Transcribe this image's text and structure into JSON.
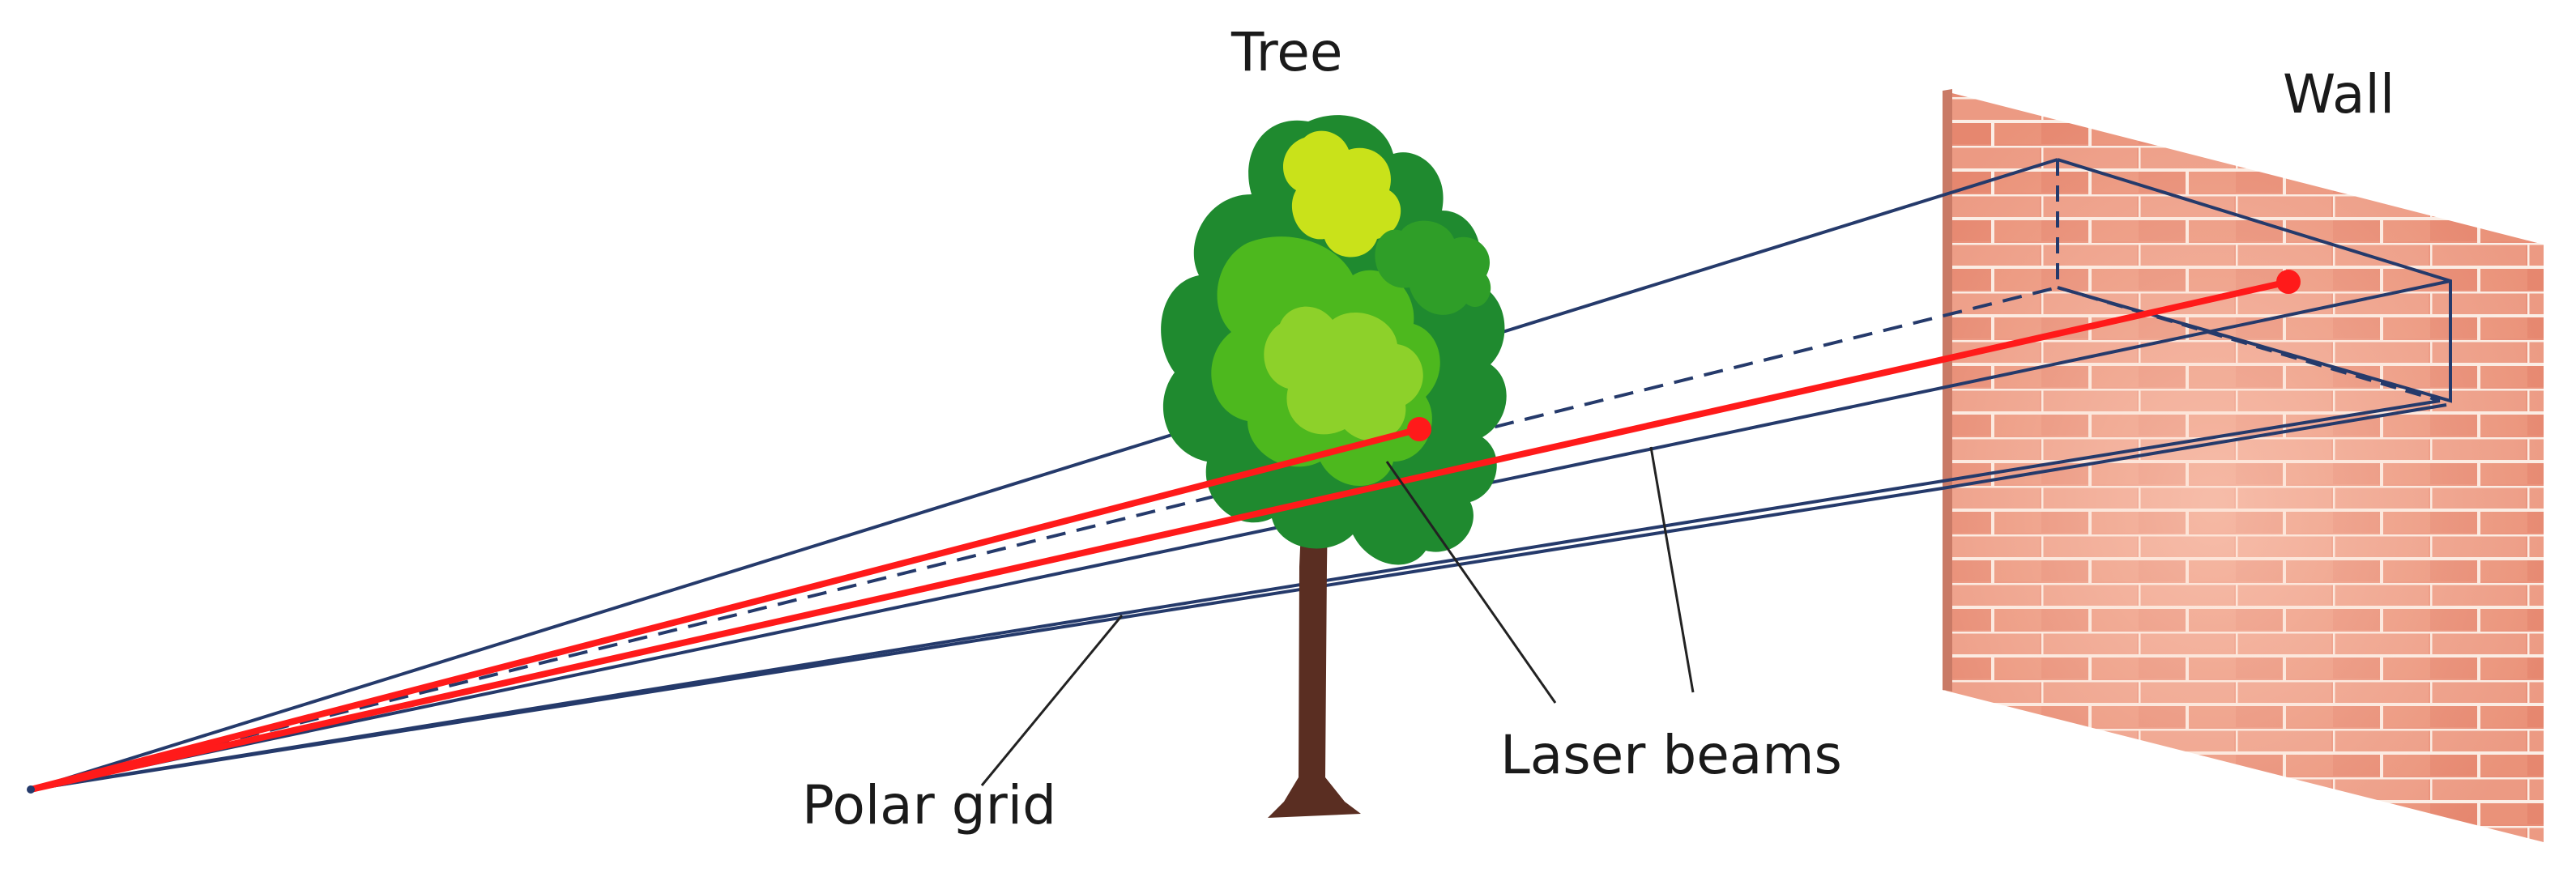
{
  "labels": {
    "tree": "Tree",
    "wall": "Wall",
    "laser_beams": "Laser beams",
    "polar_grid": "Polar grid"
  },
  "colors": {
    "grid_line": "#253a6b",
    "laser": "#ff1a1a",
    "leader_line": "#222222",
    "trunk": "#5a2e22",
    "brick": "#e98f78",
    "mortar": "#fbeee6",
    "foliage_dark": "#1f8a2f",
    "foliage_mid": "#4db81e",
    "foliage_light": "#8dd12a",
    "foliage_highlight": "#c9e21a"
  }
}
